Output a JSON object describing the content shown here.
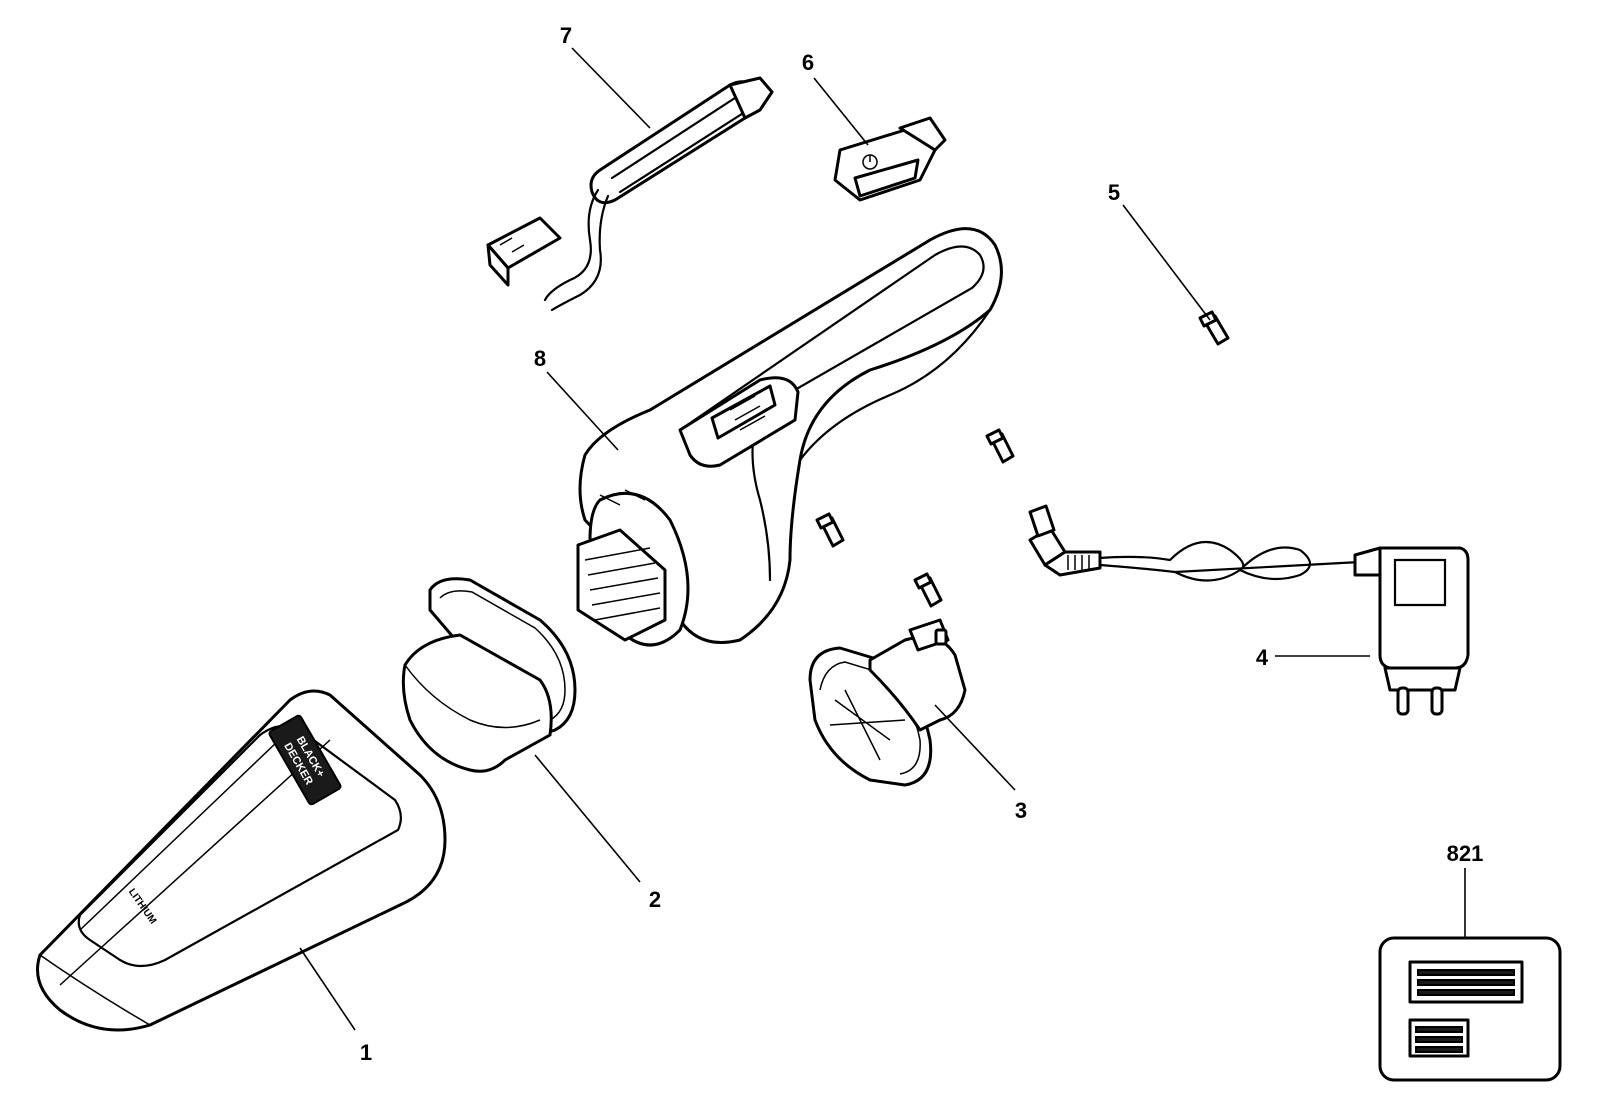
{
  "callouts": {
    "p1": "1",
    "p2": "2",
    "p3": "3",
    "p4": "4",
    "p5": "5",
    "p6": "6",
    "p7": "7",
    "p8": "8",
    "p821": "821"
  },
  "logo": {
    "line1": "BLACK+",
    "line2": "DECKER"
  },
  "container_label": "LITHIUM",
  "colors": {
    "ink": "#000000",
    "paper": "#ffffff"
  }
}
